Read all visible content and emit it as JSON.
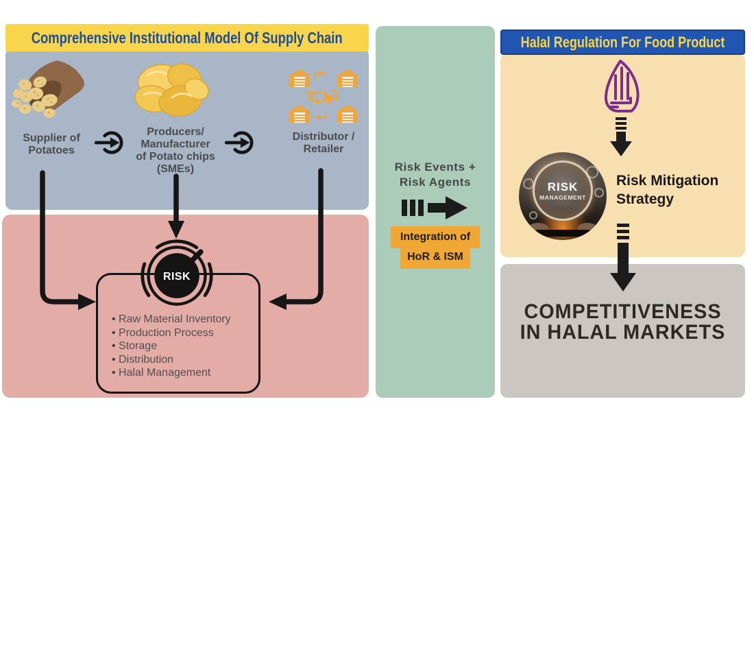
{
  "left": {
    "title": "Comprehensive Institutional Model Of Supply Chain",
    "nodes": [
      {
        "name": "supplier",
        "label_lines": [
          "Supplier of",
          "Potatoes"
        ]
      },
      {
        "name": "producer",
        "label_lines": [
          "Producers/",
          "Manufacturer",
          "of Potato chips",
          "(SMEs)"
        ]
      },
      {
        "name": "distributor",
        "label_lines": [
          "Distributor /",
          "Retailer"
        ]
      }
    ],
    "risk_gauge_label": "RISK",
    "risk_items": [
      "Raw Material Inventory",
      "Production Process",
      "Storage",
      "Distribution",
      "Halal Management"
    ]
  },
  "middle": {
    "heading_lines": [
      "Risk Events +",
      "Risk Agents"
    ],
    "badge_line1": "Integration of",
    "badge_line2": "HoR & ISM"
  },
  "right": {
    "title": "Halal Regulation For Food Product",
    "photo_text_line1": "RISK",
    "photo_text_line2": "MANAGEMENT",
    "strategy_lines": [
      "Risk Mitigation",
      "Strategy"
    ],
    "outcome_lines": [
      "COMPETITIVENESS",
      "IN HALAL MARKETS"
    ]
  },
  "colors": {
    "left_title_bg": "#f8d54a",
    "left_title_text": "#1d4d9b",
    "supply_panel_bg": "#a8b6c7",
    "risk_panel_bg": "#e4aca6",
    "middle_panel_bg": "#abccb9",
    "halal_panel_bg": "#f7dfb0",
    "right_title_bg": "#2055b2",
    "right_title_text": "#f8d644",
    "outcome_panel_bg": "#cbc6c2",
    "badge_bg": "#f0a733",
    "arrow_black": "#161616",
    "label_gray": "#4b4b4b",
    "warehouse_orange": "#eda742",
    "halal_purple": "#7b2e8c"
  }
}
